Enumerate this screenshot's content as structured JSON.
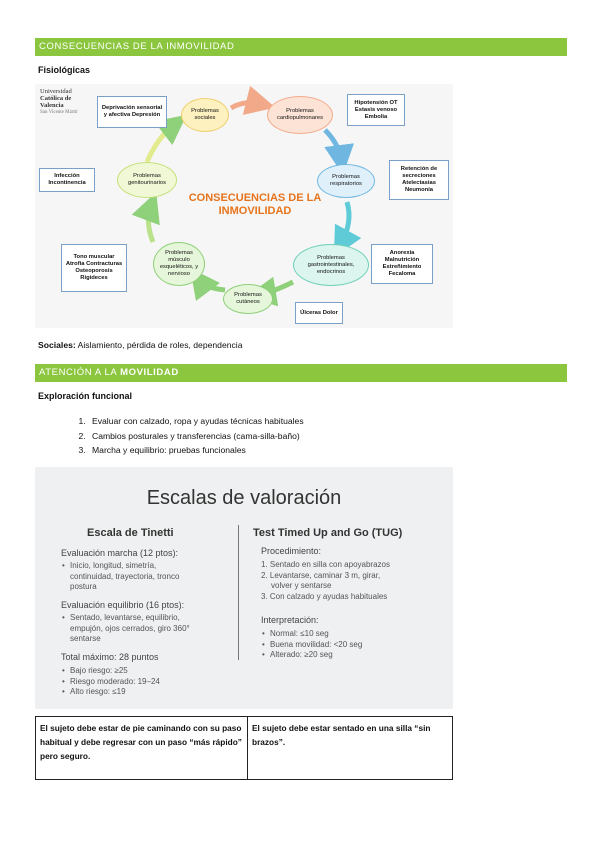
{
  "section1": {
    "title": "CONSECUENCIAS DE LA INMOVILIDAD"
  },
  "fisiologicas": {
    "label": "Fisiológicas"
  },
  "diagram": {
    "university": [
      "Universidad",
      "Católica de",
      "Valencia",
      "San Vicente Mártir"
    ],
    "center_title": "CONSECUENCIAS DE LA INMOVILIDAD",
    "ovals": {
      "sociales": "Problemas sociales",
      "cardio": "Problemas cardiopulmonares",
      "respiratorios": "Problemas respiratorios",
      "gastro": "Problemas gastrointestinales, endocrinos",
      "cutaneos": "Problemas cutáneos",
      "musculo": "Problemas músculo esqueléticos, y nervioso",
      "genito": "Problemas genitourinarios"
    },
    "boxes": {
      "depresion": "Deprivación sensorial y afectiva Depresión",
      "hipotension": "Hipotensión OT Estasis venoso Embolia",
      "retencion": "Retención de secreciones Atelectasias Neumonía",
      "anorexia": "Anorexia Malnutrición Estreñimiento Fecaloma",
      "ulceras": "Úlceras Dolor",
      "tono": "Tono muscular Atrofia Contracturas Osteoporosis Rigideces",
      "infeccion": "Infección Incontinencia"
    }
  },
  "sociales": {
    "label": "Sociales:",
    "text": " Aislamiento, pérdida de roles, dependencia"
  },
  "section2": {
    "title_a": "ATENCIÓN A LA ",
    "title_b": "MOVILIDAD"
  },
  "exploracion": {
    "label": "Exploración funcional"
  },
  "steps": [
    "Evaluar con calzado, ropa y ayudas técnicas habituales",
    "Cambios posturales y transferencias (cama-silla-baño)",
    "Marcha y equilibrio: pruebas funcionales"
  ],
  "escalas": {
    "title": "Escalas de valoración",
    "tinetti": {
      "heading": "Escala de Tinetti",
      "marcha_title": "Evaluación marcha (12 ptos):",
      "marcha_lines": [
        "Inicio, longitud, simetría,",
        "continuidad, trayectoria, tronco",
        "postura"
      ],
      "equilibrio_title": "Evaluación equilibrio (16 ptos):",
      "equilibrio_lines": [
        "Sentado, levantarse, equilibrio,",
        "empujón, ojos cerrados, giro 360°",
        "sentarse"
      ],
      "total": "Total máximo: 28 puntos",
      "riesgos": [
        "Bajo riesgo: ≥25",
        "Riesgo moderado: 19–24",
        "Alto riesgo: ≤19"
      ]
    },
    "tug": {
      "heading": "Test Timed Up and Go (TUG)",
      "procedimiento_title": "Procedimiento:",
      "procedimiento": [
        "1. Sentado en silla con apoyabrazos",
        "2. Levantarse, caminar 3 m, girar,",
        "volver y sentarse",
        "3. Con calzado y ayudas habituales"
      ],
      "interpretacion_title": "Interpretación:",
      "interpretacion": [
        "Normal: ≤10 seg",
        "Buena movilidad: <20 seg",
        "Alterado: ≥20 seg"
      ]
    }
  },
  "table": {
    "left": "El sujeto debe estar de pie caminando con su paso habitual y debe regresar con un paso “más rápido” pero seguro.",
    "right": "El sujeto debe estar sentado en una silla “sin brazos”."
  }
}
